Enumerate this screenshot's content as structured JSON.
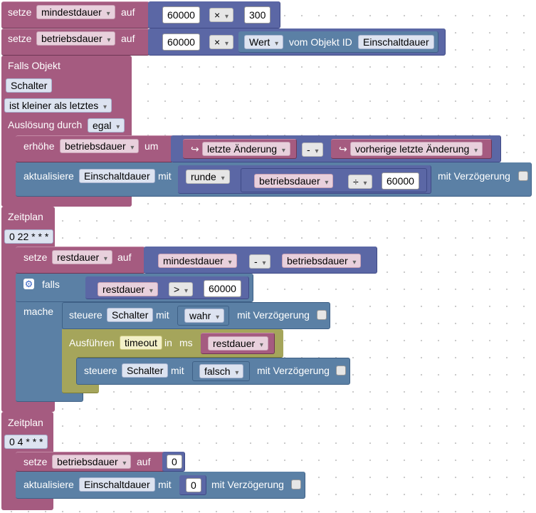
{
  "b1": {
    "setze": "setze",
    "var": "mindestdauer",
    "auf": "auf",
    "n1": "60000",
    "op": "×",
    "n2": "300"
  },
  "b2": {
    "setze": "setze",
    "var": "betriebsdauer",
    "auf": "auf",
    "n1": "60000",
    "op": "×",
    "wert": "Wert",
    "vom": "vom Objekt ID",
    "obj": "Einschaltdauer"
  },
  "falls_objekt": {
    "title": "Falls Objekt",
    "obj": "Schalter",
    "cond": "ist kleiner als letztes",
    "ausl": "Auslösung durch",
    "ausl_val": "egal"
  },
  "b3": {
    "erhoehe": "erhöhe",
    "var": "betriebsdauer",
    "um": "um",
    "a": "letzte Änderung",
    "op": "-",
    "b": "vorherige letzte Änderung",
    "arrow": "↪"
  },
  "b4": {
    "akt": "aktualisiere",
    "obj": "Einschaltdauer",
    "mit": "mit",
    "runde": "runde",
    "var": "betriebsdauer",
    "op": "÷",
    "n": "60000",
    "delay": "mit Verzögerung"
  },
  "z1": {
    "title": "Zeitplan",
    "cron": "0 22 * * *"
  },
  "b5": {
    "setze": "setze",
    "var": "restdauer",
    "auf": "auf",
    "a": "mindestdauer",
    "op": "-",
    "b": "betriebsdauer"
  },
  "b6": {
    "falls": "falls",
    "var": "restdauer",
    "op": ">",
    "n": "60000",
    "mache": "mache"
  },
  "b7": {
    "steuere": "steuere",
    "obj": "Schalter",
    "mit": "mit",
    "val": "wahr",
    "delay": "mit Verzögerung"
  },
  "b8": {
    "ausf": "Ausführen",
    "timeout": "timeout",
    "in": "in",
    "ms": "ms",
    "var": "restdauer"
  },
  "b9": {
    "steuere": "steuere",
    "obj": "Schalter",
    "mit": "mit",
    "val": "falsch",
    "delay": "mit Verzögerung"
  },
  "z2": {
    "title": "Zeitplan",
    "cron": "0 4 * * *"
  },
  "b10": {
    "setze": "setze",
    "var": "betriebsdauer",
    "auf": "auf",
    "n": "0"
  },
  "b11": {
    "akt": "aktualisiere",
    "obj": "Einschaltdauer",
    "mit": "mit",
    "n": "0",
    "delay": "mit Verzögerung"
  },
  "colors": {
    "variable": "#a55b80",
    "math": "#5b67a5",
    "io": "#5b80a5",
    "timer": "#a5a55b"
  },
  "icons": {
    "gear": "gear-icon"
  }
}
